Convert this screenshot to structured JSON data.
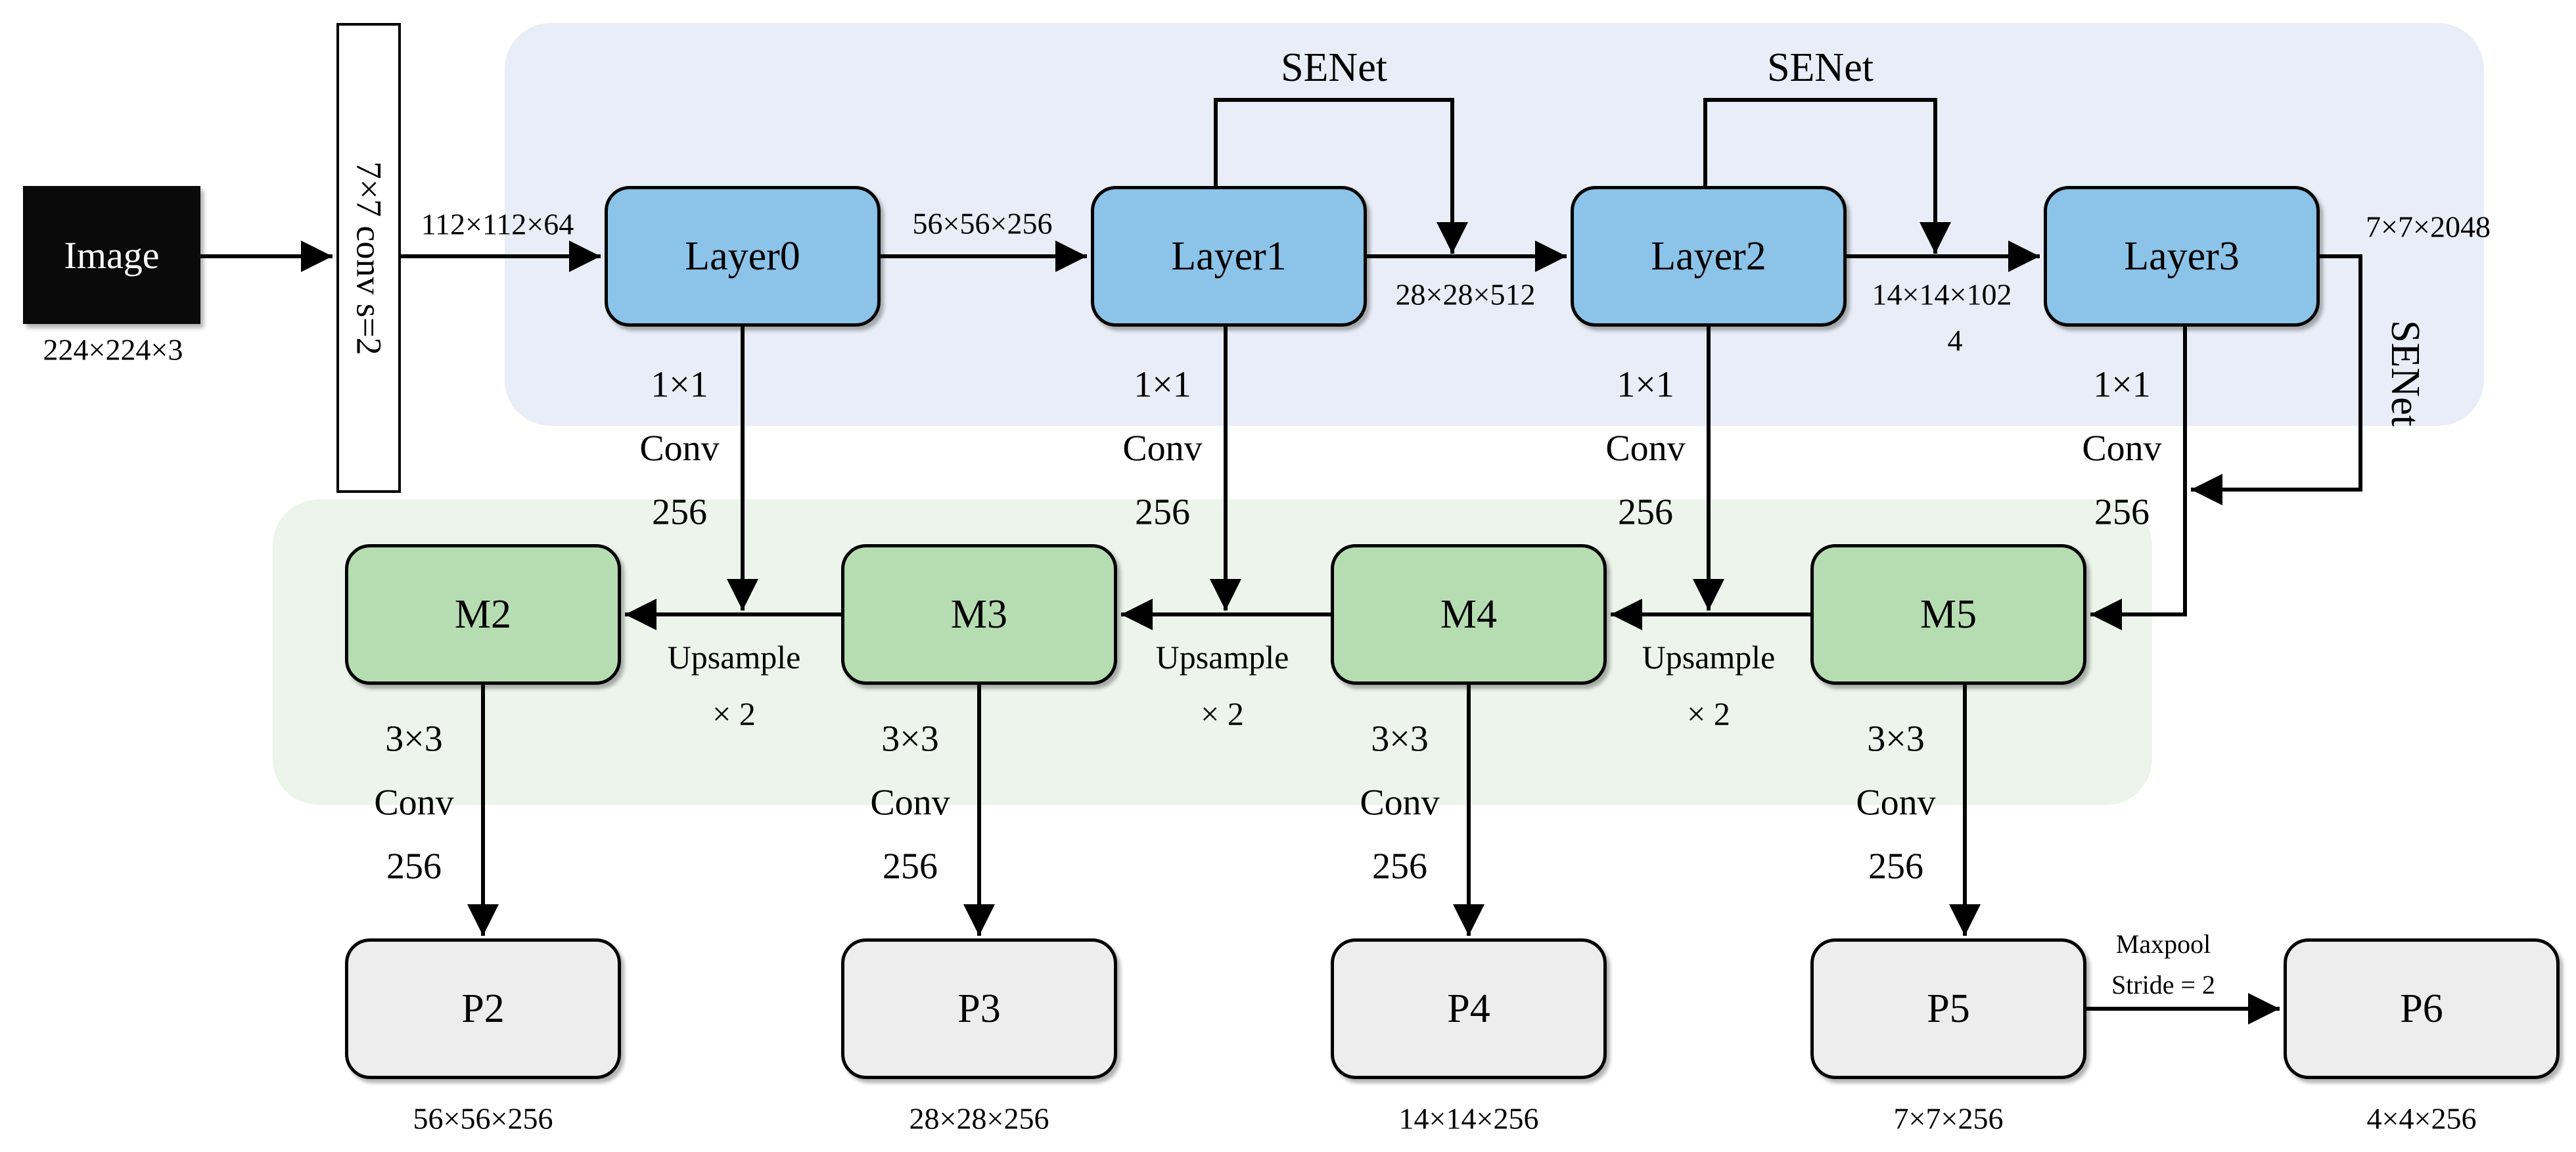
{
  "input": {
    "label": "Image",
    "dims": "224×224×3"
  },
  "stem": {
    "label": "7×7 conv s=2"
  },
  "backbone": {
    "senet": "SENet",
    "layers": [
      {
        "label": "Layer0"
      },
      {
        "label": "Layer1"
      },
      {
        "label": "Layer2"
      },
      {
        "label": "Layer3"
      }
    ],
    "edge_dims": {
      "stem_out": "112×112×64",
      "layer0_out": "56×56×256",
      "layer1_out": "28×28×512",
      "layer2_out_line1": "14×14×102",
      "layer2_out_line2": "4",
      "layer3_out": "7×7×2048"
    }
  },
  "lateral": {
    "line1": "1×1",
    "line2": "Conv",
    "line3": "256"
  },
  "topdown": {
    "m_boxes": [
      "M2",
      "M3",
      "M4",
      "M5"
    ],
    "upsample_line1": "Upsample",
    "upsample_line2": "× 2"
  },
  "head": {
    "line1": "3×3",
    "line2": "Conv",
    "line3": "256"
  },
  "outputs": {
    "p_boxes": [
      {
        "label": "P2",
        "dims": "56×56×256"
      },
      {
        "label": "P3",
        "dims": "28×28×256"
      },
      {
        "label": "P4",
        "dims": "14×14×256"
      },
      {
        "label": "P5",
        "dims": "7×7×256"
      },
      {
        "label": "P6",
        "dims": "4×4×256"
      }
    ],
    "maxpool_line1": "Maxpool",
    "maxpool_line2": "Stride = 2"
  },
  "colors": {
    "backbone_panel": "#e9edf7",
    "backbone_box": "#8cc3e8",
    "fpn_panel": "#ecf4eb",
    "fpn_box": "#b6ddb1",
    "output_box": "#ededee",
    "line": "#000000"
  }
}
